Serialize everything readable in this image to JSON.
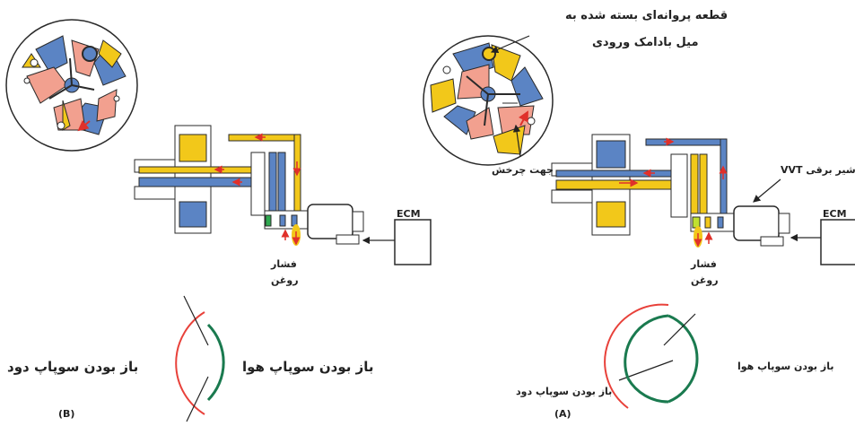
{
  "colors": {
    "oil_yellow": "#f2c81a",
    "oil_blue": "#5b84c4",
    "vane_salmon": "#f2a08f",
    "arrow_red": "#e0302a",
    "intake_green": "#1a7a4f",
    "exhaust_red": "#e8413a",
    "outline": "#2a2a2a"
  },
  "panel_a": {
    "caption": "(A)",
    "vane_note_line1": "قطعه پروانه‌ای بسته شده به",
    "vane_note_line2": "میل بادامک ورودی",
    "rotation_label": "جهت چرخش",
    "solenoid_label": "شیر برقی VVT",
    "ecm_label": "ECM",
    "oil_pressure_line1": "فشار",
    "oil_pressure_line2": "روغن",
    "intake_open_label": "باز بودن سوپاپ هوا",
    "exhaust_open_label": "باز بودن سوپاپ دود"
  },
  "panel_b": {
    "caption": "(B)",
    "ecm_label": "ECM",
    "oil_pressure_line1": "فشار",
    "oil_pressure_line2": "روغن",
    "intake_open_label": "باز بودن سوپاپ هوا",
    "exhaust_open_label": "باز بودن سوپاپ دود"
  }
}
